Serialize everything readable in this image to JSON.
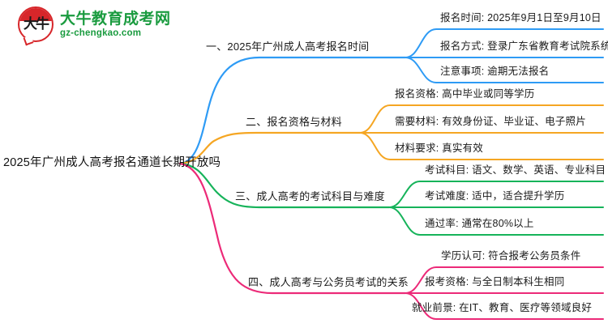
{
  "logo": {
    "mark_glyph": "大牛",
    "title": "大牛教育成考网",
    "domain": "gz-chengkao.com",
    "brand_green": "#1a9b3f",
    "brand_red": "#d7262a"
  },
  "mindmap": {
    "root": "2025年广州成人高考报名通道长期开放吗",
    "branches": [
      {
        "index": "1",
        "label": "一、2025年广州成人高考报名时间",
        "color": "#2e9bf5",
        "children": [
          "报名时间: 2025年9月1日至9月10日",
          "报名方式: 登录广东省教育考试院系统",
          "注意事项: 逾期无法报名"
        ]
      },
      {
        "index": "2",
        "label": "二、报名资格与材料",
        "color": "#f5a623",
        "children": [
          "报名资格: 高中毕业或同等学历",
          "需要材料: 有效身份证、毕业证、电子照片",
          "材料要求: 真实有效"
        ]
      },
      {
        "index": "3",
        "label": "三、成人高考的考试科目与难度",
        "color": "#16b35a",
        "children": [
          "考试科目: 语文、数学、英语、专业科目",
          "考试难度: 适中，适合提升学历",
          "通过率: 通常在80%以上"
        ]
      },
      {
        "index": "4",
        "label": "四、成人高考与公务员考试的关系",
        "color": "#ec2a78",
        "children": [
          "学历认可: 符合报考公务员条件",
          "报考资格: 与全日制本科生相同",
          "就业前景: 在IT、教育、医疗等领域良好"
        ]
      }
    ]
  }
}
